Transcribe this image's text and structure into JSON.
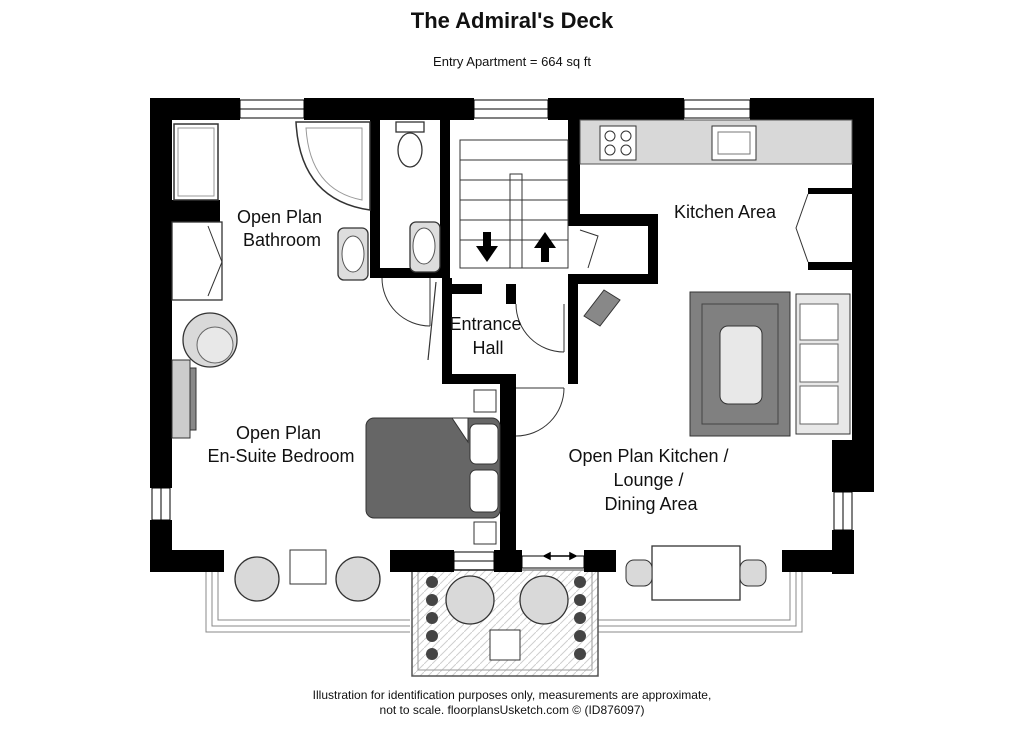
{
  "title": "The Admiral's Deck",
  "subtitle": "Entry Apartment = 664 sq ft",
  "rooms": {
    "bathroom": [
      "Open Plan",
      "Bathroom"
    ],
    "kitchen": [
      "Kitchen Area"
    ],
    "hall": [
      "Entrance",
      "Hall"
    ],
    "bedroom": [
      "Open Plan",
      "En-Suite Bedroom"
    ],
    "lounge": [
      "Open Plan Kitchen /",
      "Lounge /",
      "Dining Area"
    ]
  },
  "footer": {
    "line1": "Illustration for identification purposes only, measurements are approximate,",
    "line2": "not to scale. floorplansUsketch.com © (ID876097)"
  },
  "colors": {
    "wall": "#000000",
    "furniture_fill": "#d9d9d9",
    "bed_fill": "#666666",
    "rug_fill": "#808080",
    "counter_fill": "#d0d0d0"
  }
}
